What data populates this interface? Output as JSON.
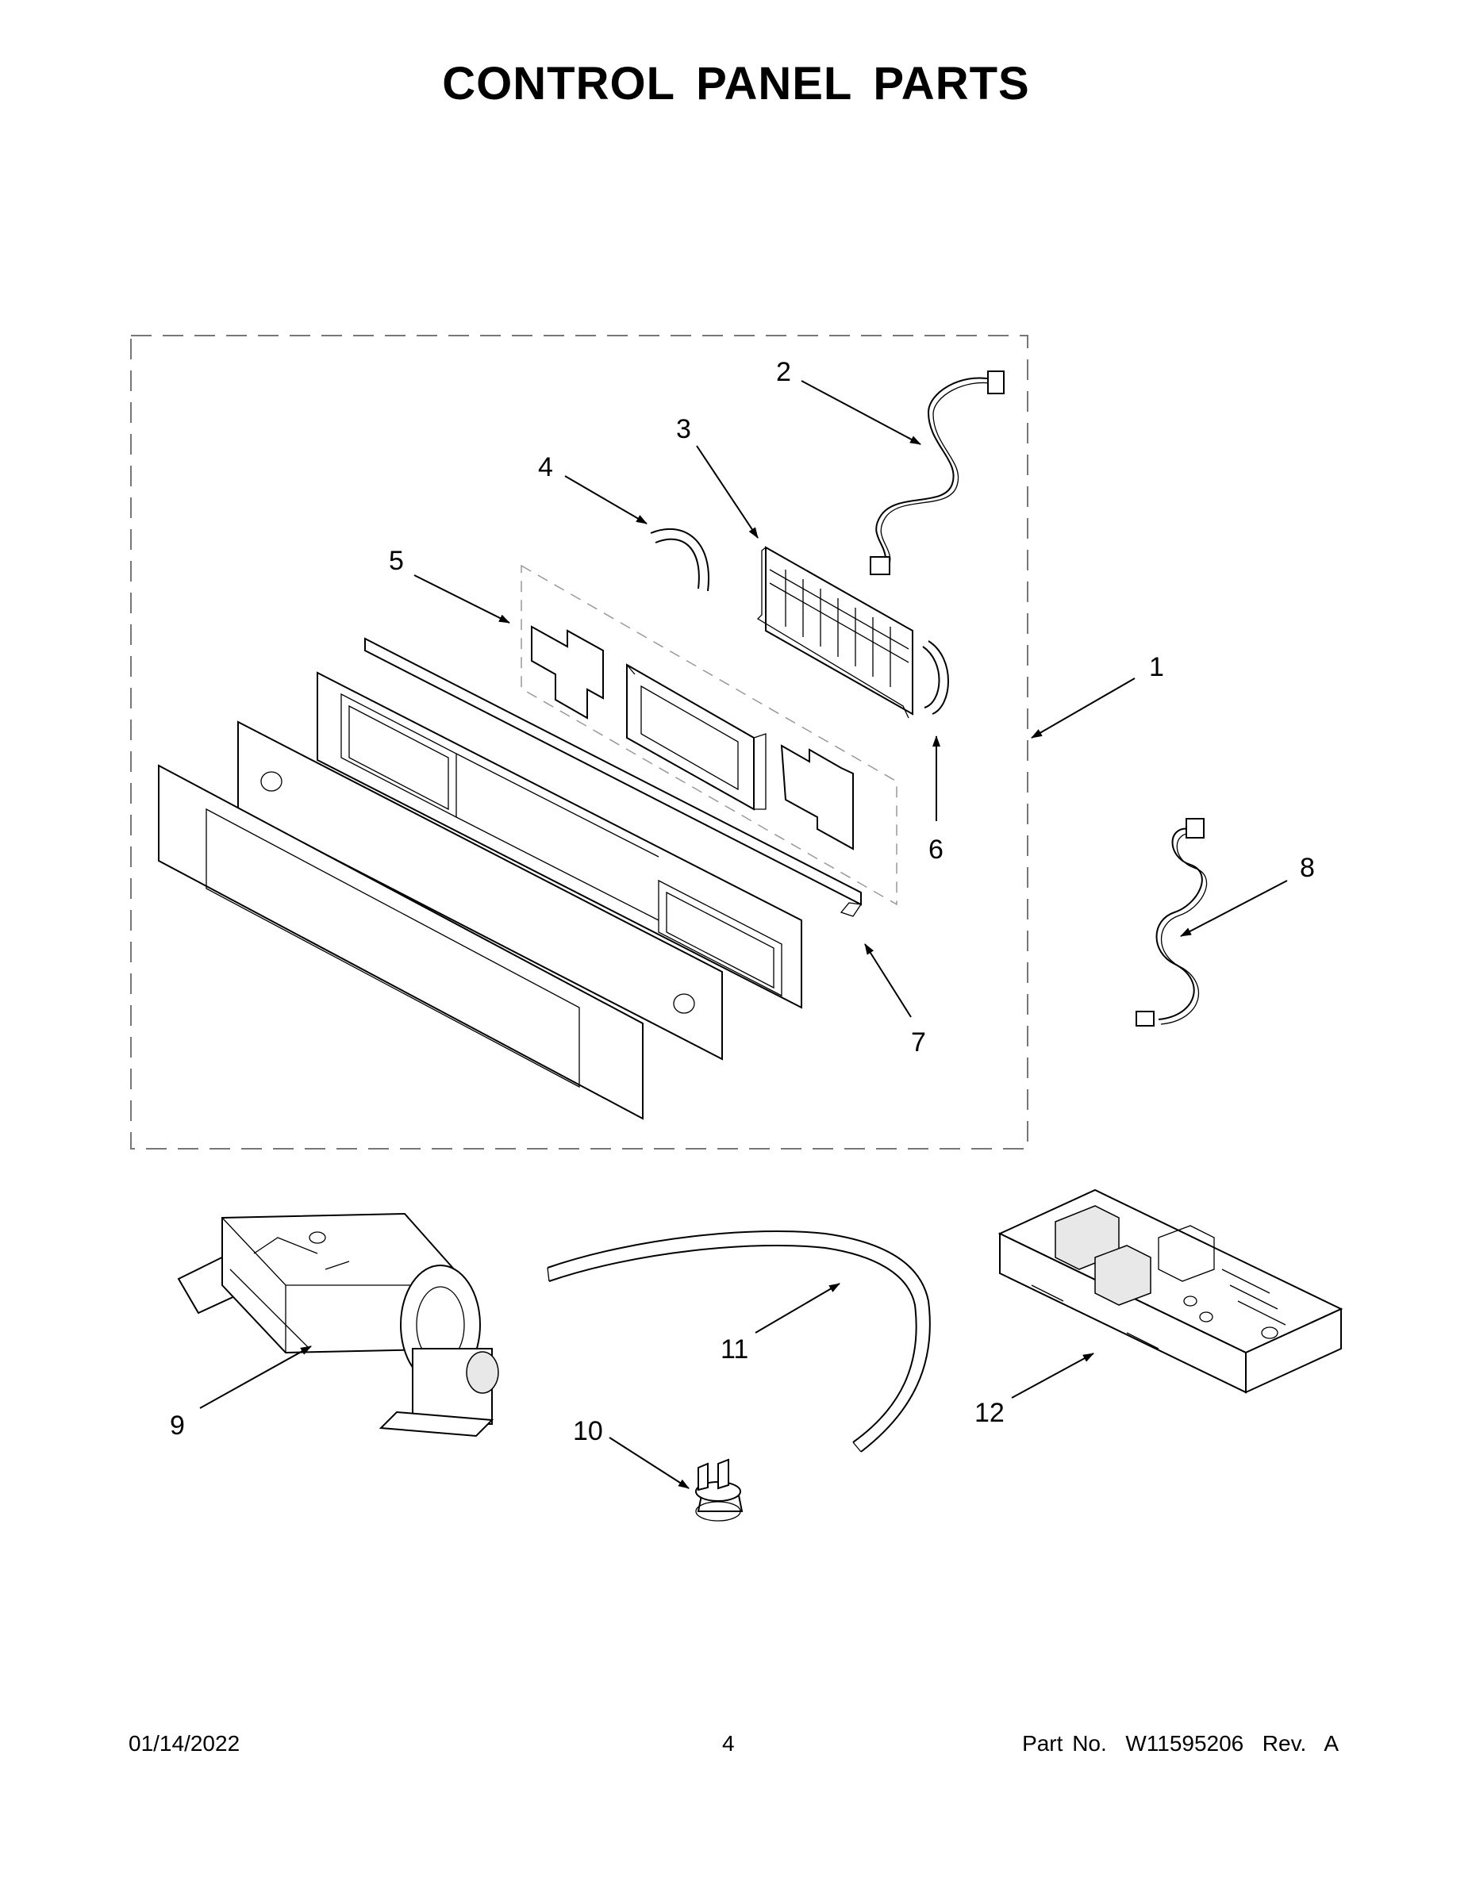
{
  "page": {
    "title": "CONTROL PANEL PARTS"
  },
  "callouts": {
    "c1": "1",
    "c2": "2",
    "c3": "3",
    "c4": "4",
    "c5": "5",
    "c6": "6",
    "c7": "7",
    "c8": "8",
    "c9": "9",
    "c10": "10",
    "c11": "11",
    "c12": "12"
  },
  "footer": {
    "date": "01/14/2022",
    "page_number": "4",
    "part_number": "Part No.  W11595206  Rev.  A"
  }
}
